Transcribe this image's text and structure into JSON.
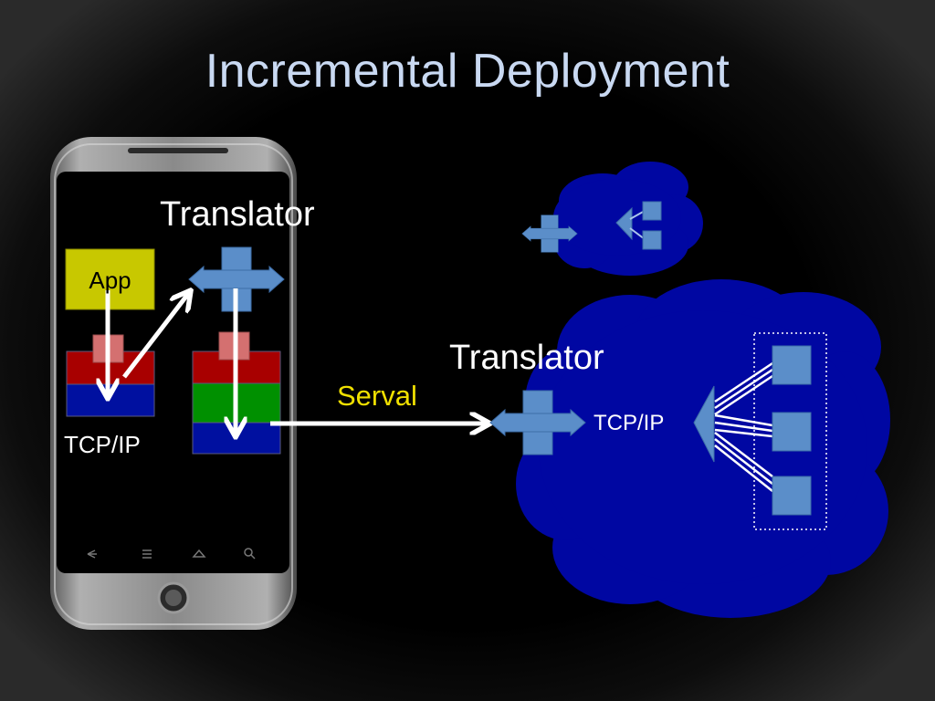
{
  "slide": {
    "title": "Incremental Deployment"
  },
  "labels": {
    "app": "App",
    "translator_phone": "Translator",
    "tcpip_phone": "TCP/IP",
    "serval": "Serval",
    "translator_cloud": "Translator",
    "tcpip_cloud": "TCP/IP"
  },
  "colors": {
    "background": "#000000",
    "title_text": "#c9d9f2",
    "app_box": "#c8c800",
    "serval_text": "#f0e000",
    "stack_red": "#a80000",
    "stack_green": "#009000",
    "stack_blue": "#0010a0",
    "port_pink": "#d47070",
    "translator_blue": "#5b8ec9",
    "cloud_fill": "#0007a2"
  },
  "icons": [
    "smartphone",
    "translator-cross-arrow",
    "cloud",
    "load-balancer",
    "server"
  ]
}
